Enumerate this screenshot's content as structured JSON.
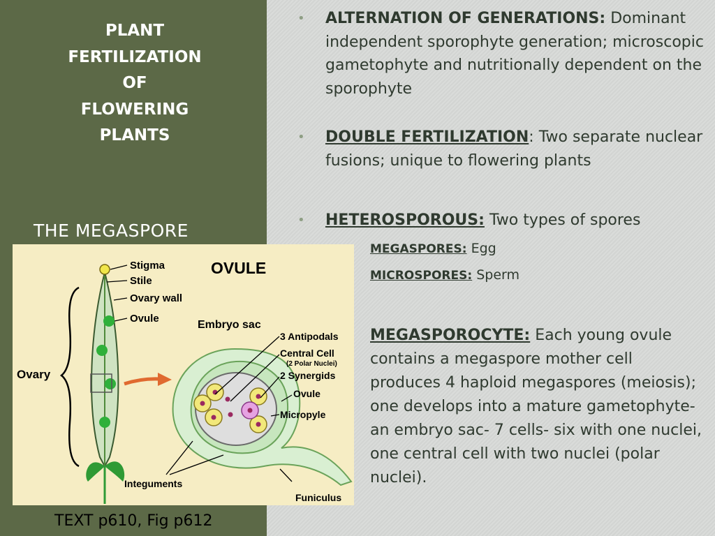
{
  "sidebar": {
    "title_lines": [
      "PLANT",
      "FERTILIZATION",
      "OF",
      "FLOWERING",
      "PLANTS"
    ],
    "subtitle": "THE MEGASPORE",
    "caption": "TEXT p610, Fig p612"
  },
  "diagram": {
    "labels": {
      "stigma": "Stigma",
      "stile": "Stile",
      "ovary_wall": "Ovary wall",
      "ovule": "Ovule",
      "ovary": "Ovary",
      "ovule_title": "OVULE",
      "embryo_sac": "Embryo sac",
      "antipodals": "3 Antipodals",
      "central_cell": "Central Cell",
      "polar_nuclei": "(2 Polar Nuclei)",
      "synergids": "2 Synergids",
      "ovule2": "Ovule",
      "micropyle": "Micropyle",
      "integuments": "Integuments",
      "funiculus": "Funiculus"
    }
  },
  "bullets": [
    {
      "term": "ALTERNATION OF GENERATIONS:",
      "text": " Dominant independent sporophyte generation; microscopic gametophyte and nutritionally dependent on the sporophyte"
    },
    {
      "term": "DOUBLE FERTILIZATION",
      "text": ": Two separate nuclear fusions; unique to flowering plants"
    },
    {
      "term": "HETEROSPOROUS:",
      "text": " Two types of spores"
    }
  ],
  "spores": [
    {
      "term": "MEGASPORES:",
      "text": "  Egg"
    },
    {
      "term": "MICROSPORES:",
      "text": "  Sperm"
    }
  ],
  "megasporocyte": {
    "term": "MEGASPOROCYTE:",
    "text": "  Each young ovule contains a megaspore mother cell produces 4 haploid megaspores (meiosis); one develops into a mature gametophyte- an embryo sac- 7 cells- six with one nuclei, one central cell with two nuclei (polar nuclei)."
  },
  "colors": {
    "panel": "#5c6947",
    "text": "#2f3a2f",
    "bullet": "#8e9e84"
  }
}
